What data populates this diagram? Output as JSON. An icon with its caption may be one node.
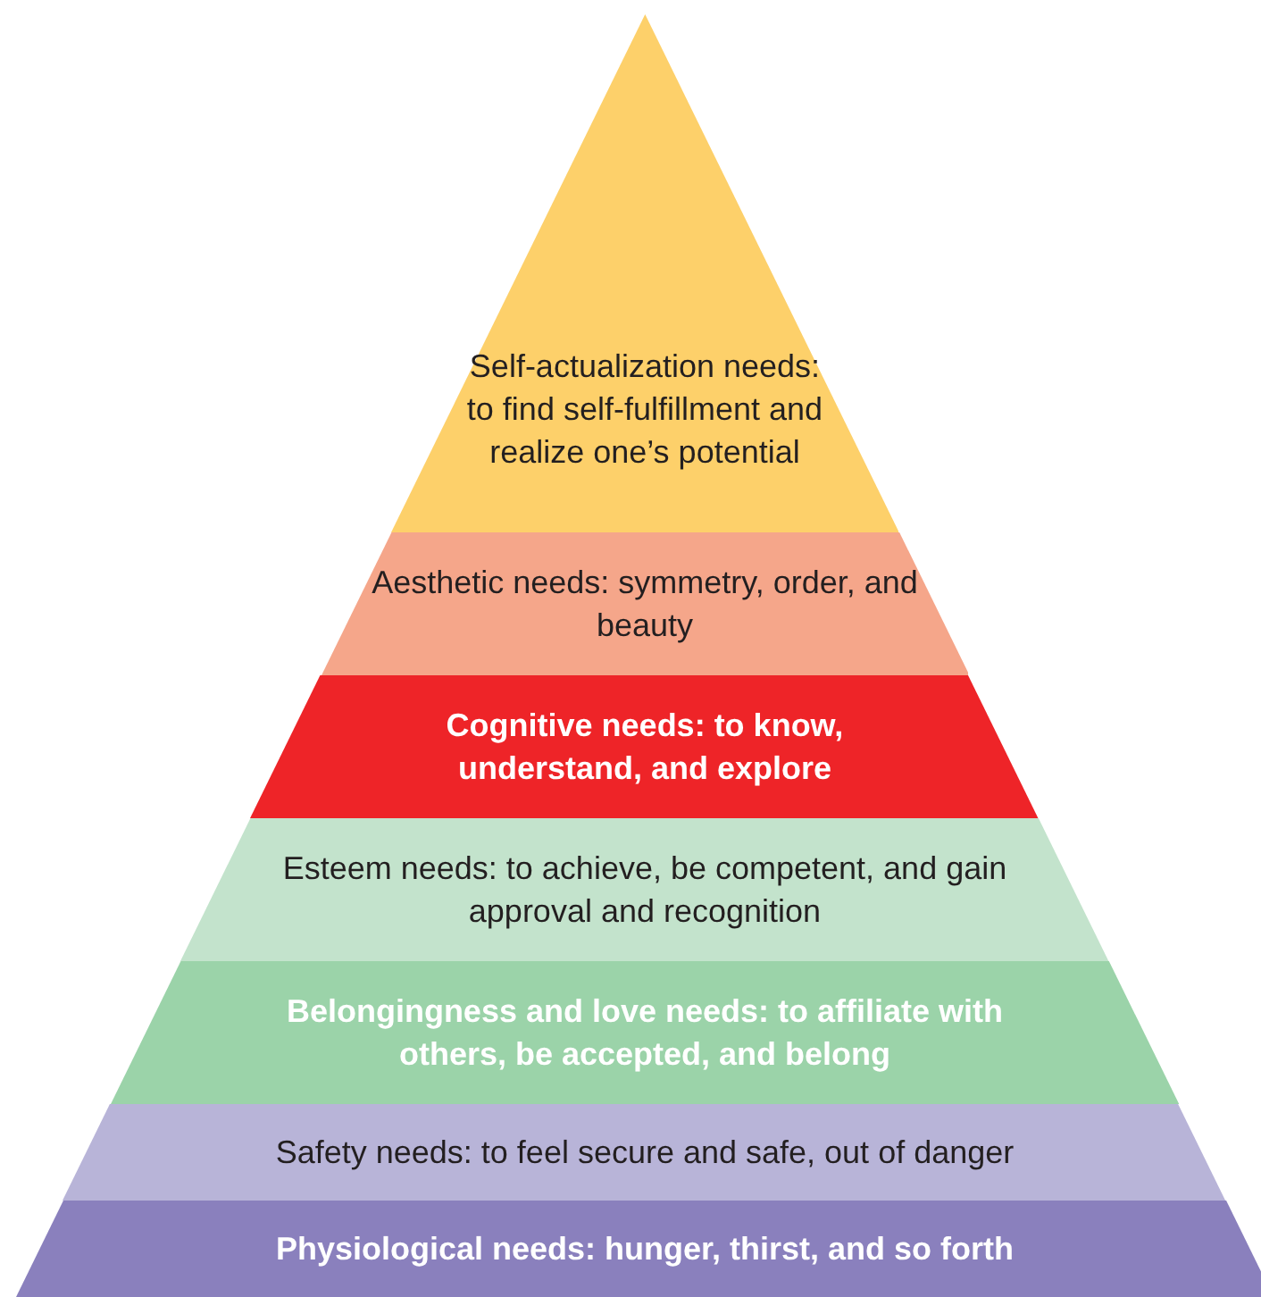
{
  "diagram": {
    "nodes": [
      {
        "text": [
          "Self-actualization needs: to find self-fulfillment and realize one’s potential"
        ]
      },
      {
        "text": [
          "Aesthetic needs: symmetry, order, and beauty"
        ]
      },
      {
        "text": [
          "Cognitive needs: to know, understand, and explore"
        ]
      },
      {
        "text": [
          "Esteem needs: to achieve, be competent, and gain approval and recognition"
        ]
      },
      {
        "text": [
          "Belongingness and love needs: to affiliate with others, be accepted, and belong"
        ]
      },
      {
        "text": [
          "Safety needs: to feel secure and safe, out of danger"
        ]
      },
      {
        "text": [
          "Physiological needs: hunger, thirst, and so forth"
        ]
      }
    ],
    "edges": []
  }
}
